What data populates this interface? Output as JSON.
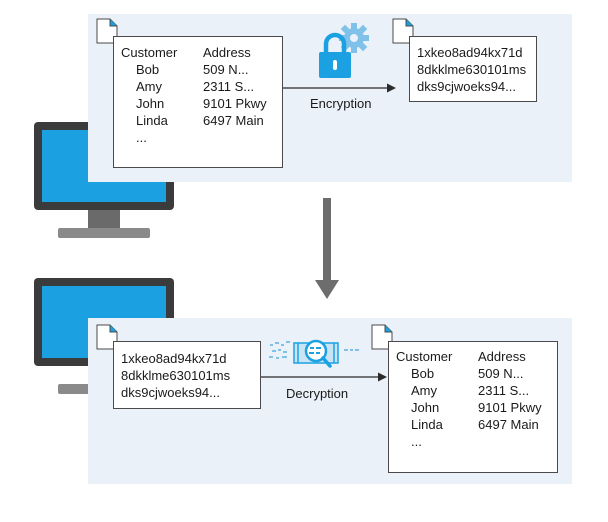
{
  "top_panel": {
    "plaintext_table": {
      "headers": [
        "Customer",
        "Address"
      ],
      "rows": [
        [
          "Bob",
          "509 N..."
        ],
        [
          "Amy",
          "2311 S..."
        ],
        [
          "John",
          "9101 Pkwy"
        ],
        [
          "Linda",
          "6497 Main"
        ]
      ],
      "ellipsis": "..."
    },
    "operation_label": "Encryption",
    "ciphertext_lines": [
      "1xkeo8ad94kx71d",
      "8dkklme630101ms",
      "dks9cjwoeks94..."
    ],
    "operation_icon": "padlock-gear-icon"
  },
  "bottom_panel": {
    "ciphertext_lines": [
      "1xkeo8ad94kx71d",
      "8dkklme630101ms",
      "dks9cjwoeks94..."
    ],
    "operation_label": "Decryption",
    "operation_icon": "decryption-magnifier-icon",
    "plaintext_table": {
      "headers": [
        "Customer",
        "Address"
      ],
      "rows": [
        [
          "Bob",
          "509 N..."
        ],
        [
          "Amy",
          "2311 S..."
        ],
        [
          "John",
          "9101 Pkwy"
        ],
        [
          "Linda",
          "6497 Main"
        ]
      ],
      "ellipsis": "..."
    }
  },
  "colors": {
    "panel": "#eaf1f8",
    "accent_blue": "#1ba1e2",
    "monitor_dark": "#3b3b3b",
    "arrow_gray": "#6d6d6d"
  }
}
